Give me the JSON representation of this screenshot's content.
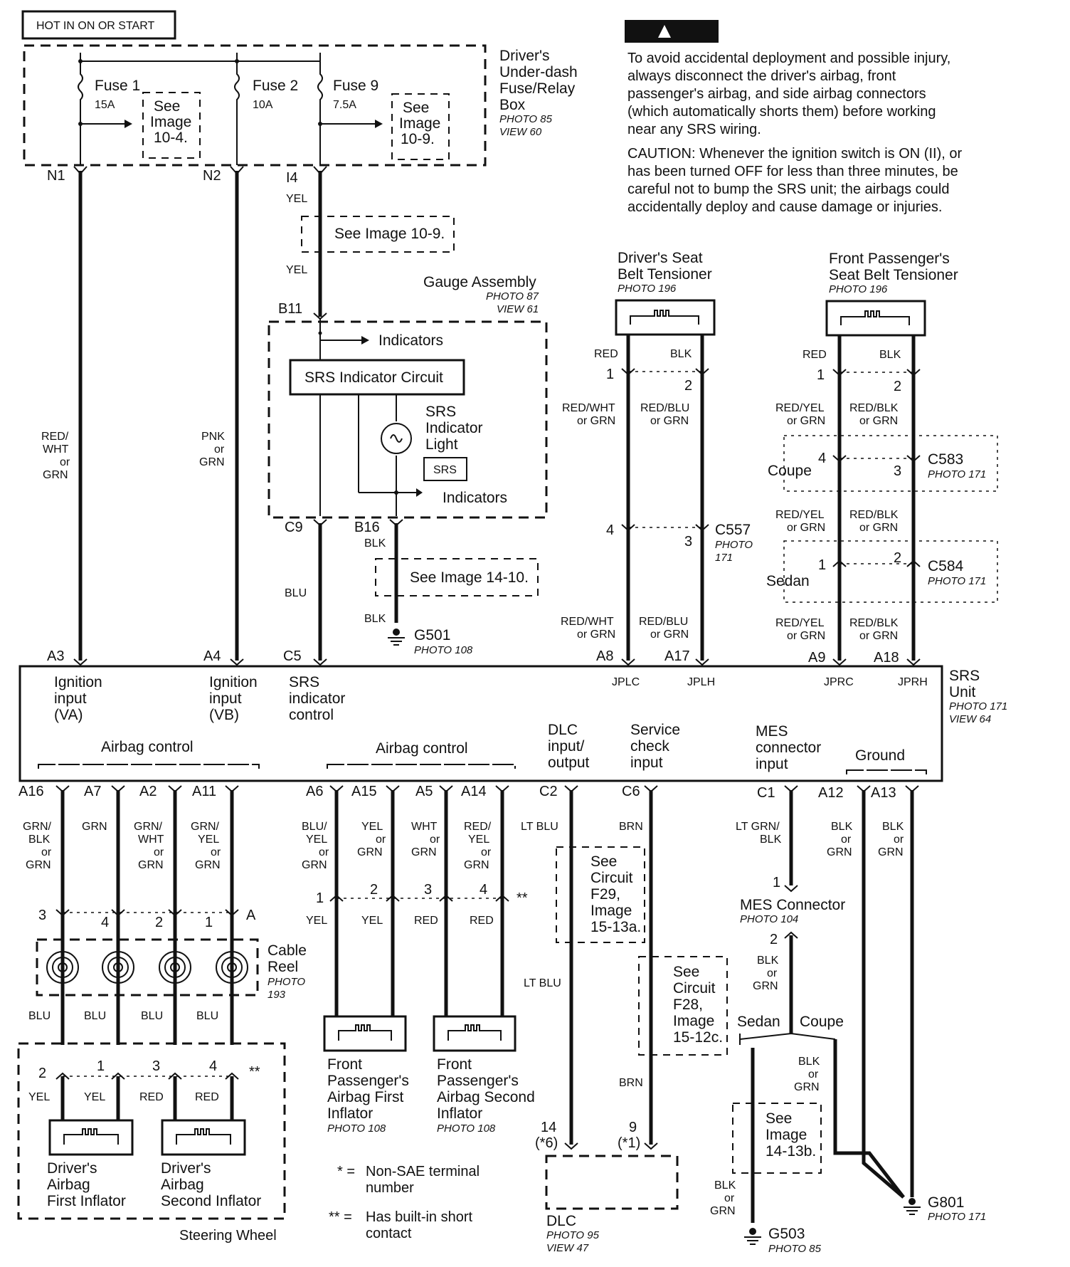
{
  "header": {
    "power_label": "HOT IN ON OR START",
    "warning_text": [
      "To avoid accidental deployment and possible injury,",
      "always disconnect the driver's airbag, front",
      "passenger's airbag, and side airbag connectors",
      "(which automatically shorts them) before working",
      "near any SRS wiring."
    ],
    "caution_text": [
      "CAUTION: Whenever the ignition switch is ON (II), or",
      "has been turned OFF for less than three minutes, be",
      "careful not to bump the SRS unit; the airbags could",
      "accidentally deploy and cause damage or injuries."
    ]
  },
  "fuse_box": {
    "name": [
      "Driver's",
      "Under-dash",
      "Fuse/Relay",
      "Box"
    ],
    "photo": "PHOTO 85",
    "view": "VIEW 60",
    "fuses": [
      {
        "name": "Fuse 1",
        "rating": "15A",
        "pin": "N1"
      },
      {
        "name": "Fuse 2",
        "rating": "10A",
        "pin": "N2"
      },
      {
        "name": "Fuse 9",
        "rating": "7.5A",
        "pin": "I4"
      }
    ],
    "see1": [
      "See",
      "Image",
      "10-4."
    ],
    "see2": [
      "See",
      "Image",
      "10-9."
    ]
  },
  "wire_colors": {
    "n1": [
      "RED/",
      "WHT",
      "or",
      "GRN"
    ],
    "n2": [
      "PNK",
      "or",
      "GRN"
    ],
    "i4_top": "YEL",
    "i4_bottom": "YEL",
    "see_10_9": "See Image 10-9."
  },
  "gauge": {
    "name": "Gauge Assembly",
    "photo": "PHOTO 87",
    "view": "VIEW 61",
    "pin_in": "B11",
    "indicators_top": "Indicators",
    "circuit": "SRS Indicator Circuit",
    "light": [
      "SRS",
      "Indicator",
      "Light"
    ],
    "light_tag": "SRS",
    "indicators_bottom": "Indicators",
    "pin_c9": "C9",
    "pin_b16": "B16",
    "b16_color": "BLK",
    "c9_color": "BLU",
    "see_14_10": "See Image 14-10.",
    "ground_color": "BLK",
    "ground": "G501",
    "ground_photo": "PHOTO 108"
  },
  "driver_tensioner": {
    "name": [
      "Driver's Seat",
      "Belt Tensioner"
    ],
    "photo": "PHOTO 196",
    "c1": "RED",
    "c2": "BLK",
    "p1": "1",
    "p2": "2",
    "w1": [
      "RED/WHT",
      "or GRN"
    ],
    "w2": [
      "RED/BLU",
      "or GRN"
    ],
    "p4": "4",
    "p3": "3",
    "conn": "C557",
    "conn_photo": [
      "PHOTO",
      "171"
    ],
    "w3": [
      "RED/WHT",
      "or GRN"
    ],
    "w4": [
      "RED/BLU",
      "or GRN"
    ],
    "pinA": "A8",
    "pinB": "A17"
  },
  "passenger_tensioner": {
    "name": [
      "Front Passenger's",
      "Seat Belt Tensioner"
    ],
    "photo": "PHOTO 196",
    "c1": "RED",
    "c2": "BLK",
    "p1": "1",
    "p2": "2",
    "w1": [
      "RED/YEL",
      "or GRN"
    ],
    "w2": [
      "RED/BLK",
      "or GRN"
    ],
    "coupe": "Coupe",
    "cp4": "4",
    "cp3": "3",
    "c583": "C583",
    "c583_photo": "PHOTO 171",
    "w3": [
      "RED/YEL",
      "or GRN"
    ],
    "w4": [
      "RED/BLK",
      "or GRN"
    ],
    "sedan": "Sedan",
    "sp1": "1",
    "sp2": "2",
    "c584": "C584",
    "c584_photo": "PHOTO 171",
    "w5": [
      "RED/YEL",
      "or GRN"
    ],
    "w6": [
      "RED/BLK",
      "or GRN"
    ],
    "pinA": "A9",
    "pinB": "A18"
  },
  "srs_unit": {
    "name": [
      "SRS",
      "Unit"
    ],
    "photo": "PHOTO 171",
    "view": "VIEW 64",
    "top_pins": [
      "A3",
      "A4",
      "C5"
    ],
    "ign_va": [
      "Ignition",
      "input",
      "(VA)"
    ],
    "ign_vb": [
      "Ignition",
      "input",
      "(VB)"
    ],
    "srs_ind": [
      "SRS",
      "indicator",
      "control"
    ],
    "jplc": "JPLC",
    "jplh": "JPLH",
    "jprc": "JPRC",
    "jprh": "JPRH",
    "airbag_control_1": "Airbag control",
    "airbag_control_2": "Airbag control",
    "dlc_io": [
      "DLC",
      "input/",
      "output"
    ],
    "service_check": [
      "Service",
      "check",
      "input"
    ],
    "mes_input": [
      "MES",
      "connector",
      "input"
    ],
    "ground": "Ground"
  },
  "bottom_pins": {
    "left": [
      "A16",
      "A7",
      "A2",
      "A11"
    ],
    "left_colors": [
      [
        "GRN/",
        "BLK",
        "or",
        "GRN"
      ],
      [
        "GRN"
      ],
      [
        "GRN/",
        "WHT",
        "or",
        "GRN"
      ],
      [
        "GRN/",
        "YEL",
        "or",
        "GRN"
      ]
    ],
    "mid": [
      "A6",
      "A15",
      "A5",
      "A14"
    ],
    "mid_colors": [
      [
        "BLU/",
        "YEL",
        "or",
        "GRN"
      ],
      [
        "YEL",
        "or",
        "GRN"
      ],
      [
        "WHT",
        "or",
        "GRN"
      ],
      [
        "RED/",
        "YEL",
        "or",
        "GRN"
      ]
    ],
    "c2": "C2",
    "c6": "C6",
    "c1": "C1",
    "a12": "A12",
    "a13": "A13",
    "c2_color": "LT BLU",
    "c6_color": "BRN",
    "c1_color": [
      "LT GRN/",
      "BLK"
    ],
    "a12_color": [
      "BLK",
      "or",
      "GRN"
    ],
    "a13_color": [
      "BLK",
      "or",
      "GRN"
    ]
  },
  "cable_reel": {
    "pins_top": [
      "3",
      "4",
      "2",
      "1",
      "A"
    ],
    "name": [
      "Cable",
      "Reel"
    ],
    "photo": [
      "PHOTO",
      "193"
    ],
    "blu": [
      "BLU",
      "BLU",
      "BLU",
      "BLU"
    ],
    "pins_bottom": [
      "2",
      "1",
      "3",
      "4",
      "**"
    ],
    "colors_bottom": [
      "YEL",
      "YEL",
      "RED",
      "RED"
    ]
  },
  "driver_airbag": {
    "first": [
      "Driver's",
      "Airbag",
      "First Inflator"
    ],
    "second": [
      "Driver's",
      "Airbag",
      "Second Inflator"
    ],
    "steering": "Steering Wheel"
  },
  "passenger_airbag": {
    "pins": [
      "1",
      "2",
      "3",
      "4",
      "**"
    ],
    "colors": [
      "YEL",
      "YEL",
      "RED",
      "RED"
    ],
    "first": [
      "Front",
      "Passenger's",
      "Airbag First",
      "Inflator"
    ],
    "first_photo": "PHOTO 108",
    "second": [
      "Front",
      "Passenger's",
      "Airbag Second",
      "Inflator"
    ],
    "second_photo": "PHOTO 108"
  },
  "dlc": {
    "c2_bottom": "LT BLU",
    "see_f29": [
      "See",
      "Circuit",
      "F29,",
      "Image",
      "15-13a."
    ],
    "see_f28": [
      "See",
      "Circuit",
      "F28,",
      "Image",
      "15-12c."
    ],
    "c6_bottom": "BRN",
    "pin14": "14",
    "pin14b": "(*6)",
    "pin9": "9",
    "pin9b": "(*1)",
    "name": "DLC",
    "photo": "PHOTO 95",
    "view": "VIEW 47"
  },
  "mes": {
    "pin1": "1",
    "name": "MES Connector",
    "photo": "PHOTO 104",
    "pin2": "2",
    "c_below": [
      "BLK",
      "or",
      "GRN"
    ],
    "sedan": "Sedan",
    "coupe": "Coupe",
    "c_coupe": [
      "BLK",
      "or",
      "GRN"
    ],
    "see": [
      "See",
      "Image",
      "14-13b."
    ],
    "c_sedan": [
      "BLK",
      "or",
      "GRN"
    ],
    "g503": "G503",
    "g503_photo": "PHOTO 85",
    "g801": "G801",
    "g801_photo": "PHOTO 171"
  },
  "notes": {
    "n1_sym": "* =",
    "n1": [
      "Non-SAE terminal",
      "number"
    ],
    "n2_sym": "** =",
    "n2": [
      "Has built-in short",
      "contact"
    ]
  },
  "icons": {
    "warning": "warning-triangle-icon",
    "ground": "ground-symbol-icon",
    "inflator": "inflator-squib-icon",
    "reel": "cable-reel-coil-icon",
    "bulb": "indicator-bulb-icon"
  }
}
